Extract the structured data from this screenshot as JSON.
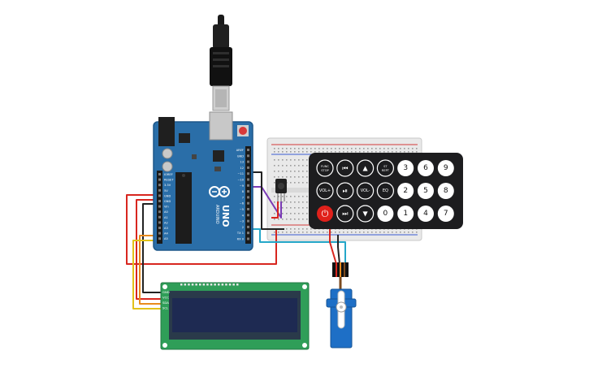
{
  "arduino": {
    "brand": "ARDUINO",
    "model": "UNO",
    "header_labels_left": [
      "IOREF",
      "RESET",
      "3.3V",
      "5V",
      "GND",
      "GND",
      "Vin",
      "A0",
      "A1",
      "A2",
      "A3",
      "A4",
      "A5"
    ],
    "header_labels_right": [
      "AREF",
      "GND",
      "13",
      "12",
      "~11",
      "~10",
      "~9",
      "8",
      "7",
      "~6",
      "~5",
      "4",
      "~3",
      "2",
      "TX 1",
      "RX 0"
    ]
  },
  "remote": {
    "keys": [
      [
        "POWER",
        "VOL+",
        "FUNC/STOP",
        "0",
        "1",
        "4",
        "7"
      ],
      [
        "skip-back",
        "play-pause",
        "skip-forward",
        "2",
        "5",
        "8"
      ],
      [
        "down",
        "VOL-",
        "up",
        "EQ",
        "ST/REPT",
        "3",
        "6",
        "9"
      ]
    ],
    "key_grid": [
      [
        "FUNC/STOP",
        "skip-back",
        "up",
        "ST/REPT",
        "3",
        "6",
        "9"
      ],
      [
        "VOL+",
        "play-pause",
        "VOL-",
        "EQ",
        "2",
        "5",
        "8"
      ],
      [
        "POWER",
        "skip-forward",
        "down",
        "0",
        "1",
        "4",
        "7"
      ]
    ]
  },
  "lcd": {
    "pin_labels": [
      "GND",
      "VCC",
      "SDA",
      "SCL"
    ]
  },
  "colors": {
    "arduino_board": "#2a6ea8",
    "remote_body": "#1d1d1f",
    "remote_key": "#ffffff",
    "power_key": "#e0211b",
    "lcd_board": "#2f9e58",
    "lcd_screen": "#1e2a52",
    "servo_body": "#1e6fc6",
    "wire_red": "#d8261f",
    "wire_black": "#222222",
    "wire_yellow": "#e2c21a",
    "wire_orange": "#e98b1c",
    "wire_cyan": "#25a7c9",
    "wire_purple": "#7a3bb5"
  }
}
